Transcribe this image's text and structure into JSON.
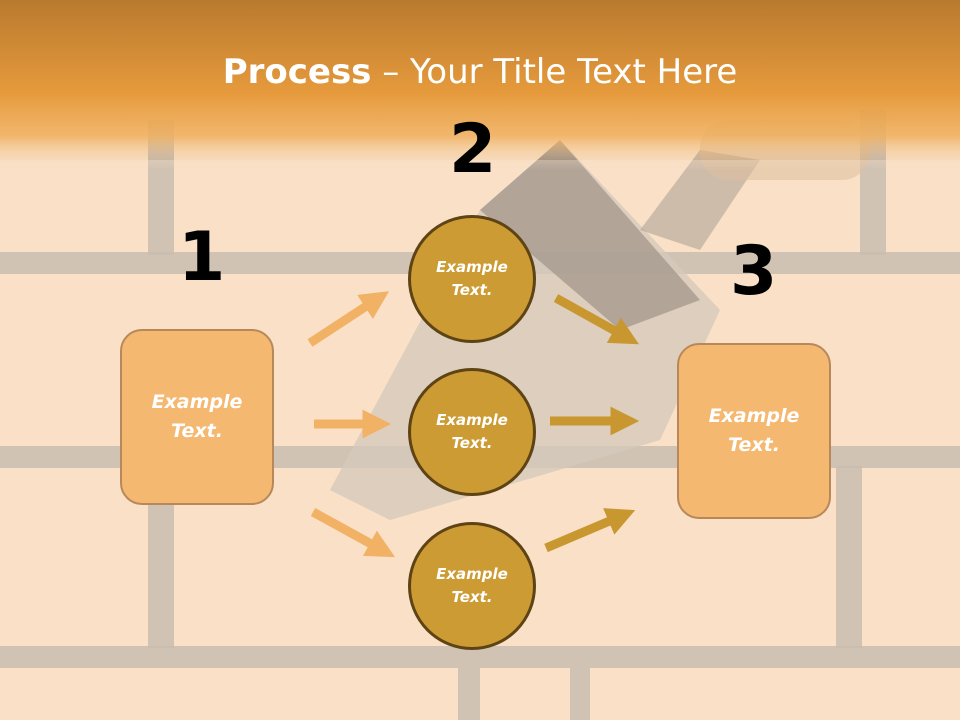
{
  "title": {
    "bold": "Process",
    "rest": " – Your Title Text Here"
  },
  "steps": {
    "one": {
      "number": "1",
      "line1": "Example",
      "line2": "Text."
    },
    "two": {
      "number": "2"
    },
    "three": {
      "number": "3",
      "line1": "Example",
      "line2": "Text."
    }
  },
  "circles": [
    {
      "line1": "Example",
      "line2": "Text."
    },
    {
      "line1": "Example",
      "line2": "Text."
    },
    {
      "line1": "Example",
      "line2": "Text."
    }
  ],
  "colors": {
    "banner": "#eaa040",
    "box_fill": "#f4b870",
    "circle_fill": "#cd9b34",
    "circle_border": "#5e4314",
    "arrow_light": "#f2b266",
    "arrow_dark": "#c99730"
  }
}
